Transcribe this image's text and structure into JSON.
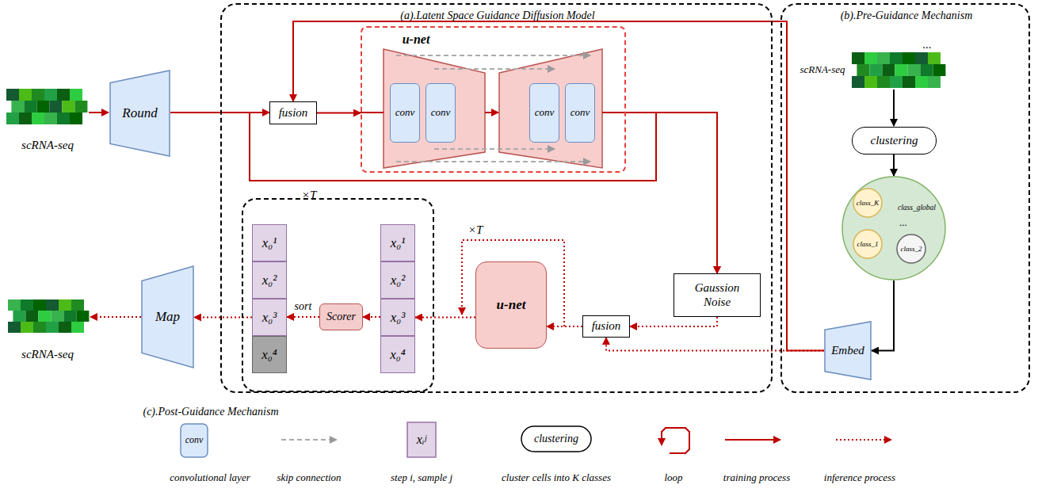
{
  "diagram": {
    "nodes": [
      {
        "text": [
          "(a).Latent Space Guidance Diffusion Model"
        ]
      },
      {
        "text": [
          "fusion"
        ],
        "in": 0
      },
      {
        "text": [
          "u-net"
        ],
        "in": 0
      },
      {
        "text": [
          "conv"
        ],
        "in": 2
      },
      {
        "text": [
          "conv"
        ],
        "in": 2
      },
      {
        "text": [
          "conv"
        ],
        "in": 2
      },
      {
        "text": [
          "conv"
        ],
        "in": 2
      },
      {
        "text": [
          "Gaussion Noise"
        ],
        "in": 0
      },
      {
        "text": [
          "u-net"
        ],
        "in": 0
      },
      {
        "text": [
          "fusion"
        ],
        "in": 0
      },
      {
        "text": [
          "(c).Post-Guidance Mechanism"
        ],
        "in": 0
      },
      {
        "text": [
          "x₀¹"
        ],
        "in": 10
      },
      {
        "text": [
          "x₀²"
        ],
        "in": 10
      },
      {
        "text": [
          "x₀³"
        ],
        "in": 10
      },
      {
        "text": [
          "x₀⁴"
        ],
        "in": 10
      },
      {
        "text": [
          "Scorer"
        ],
        "in": 10
      },
      {
        "text": [
          "x₀¹"
        ],
        "in": 10
      },
      {
        "text": [
          "x₀²"
        ],
        "in": 10
      },
      {
        "text": [
          "x₀³"
        ],
        "in": 10
      },
      {
        "text": [
          "x₀⁴"
        ],
        "in": 10
      },
      {
        "text": [
          "(b).Pre-Guidance Mechanism"
        ]
      },
      {
        "text": [
          "clustering"
        ],
        "in": 20
      },
      {
        "text": [
          "class_global"
        ],
        "in": 20
      },
      {
        "text": [
          "class_K"
        ],
        "in": 22
      },
      {
        "text": [
          "class_1"
        ],
        "in": 22
      },
      {
        "text": [
          "class_2"
        ],
        "in": 22
      },
      {
        "text": [
          "Embed"
        ],
        "in": 20
      },
      {
        "text": [
          "Round"
        ]
      },
      {
        "text": [
          "Map"
        ]
      }
    ],
    "edges": [
      {
        "from": 27,
        "to": 1,
        "arrow": "to"
      },
      {
        "from": 27,
        "to": 7,
        "arrow": "to"
      },
      {
        "from": 1,
        "to": 2,
        "arrow": "to"
      },
      {
        "from": 2,
        "to": 7,
        "arrow": "to"
      },
      {
        "from": 26,
        "to": 1,
        "arrow": "to"
      },
      {
        "from": 26,
        "to": 9,
        "arrow": "to"
      },
      {
        "from": 7,
        "to": 9,
        "arrow": "to"
      },
      {
        "from": 9,
        "to": 8,
        "arrow": "to"
      },
      {
        "from": 8,
        "to": 18,
        "arrow": "to"
      },
      {
        "from": 18,
        "to": 15,
        "arrow": "to"
      },
      {
        "from": 15,
        "to": 13,
        "label": "sort",
        "arrow": "to"
      },
      {
        "from": 13,
        "to": 28,
        "arrow": "to"
      },
      {
        "from": 21,
        "to": 22,
        "arrow": "to"
      },
      {
        "from": 22,
        "to": 26,
        "arrow": "to"
      }
    ],
    "labels": [
      "scRNA-seq",
      "scRNA-seq",
      "scRNA-seq",
      "...",
      "...",
      "×T",
      "×T",
      "conv",
      "xᵢʲ",
      "clustering"
    ],
    "legend": [
      {
        "text": "convolutional layer"
      },
      {
        "text": "skip connection"
      },
      {
        "text": "step i, sample j"
      },
      {
        "text": "cluster cells into K classes"
      },
      {
        "text": "loop"
      },
      {
        "text": "training process"
      },
      {
        "text": "inference process"
      }
    ]
  }
}
